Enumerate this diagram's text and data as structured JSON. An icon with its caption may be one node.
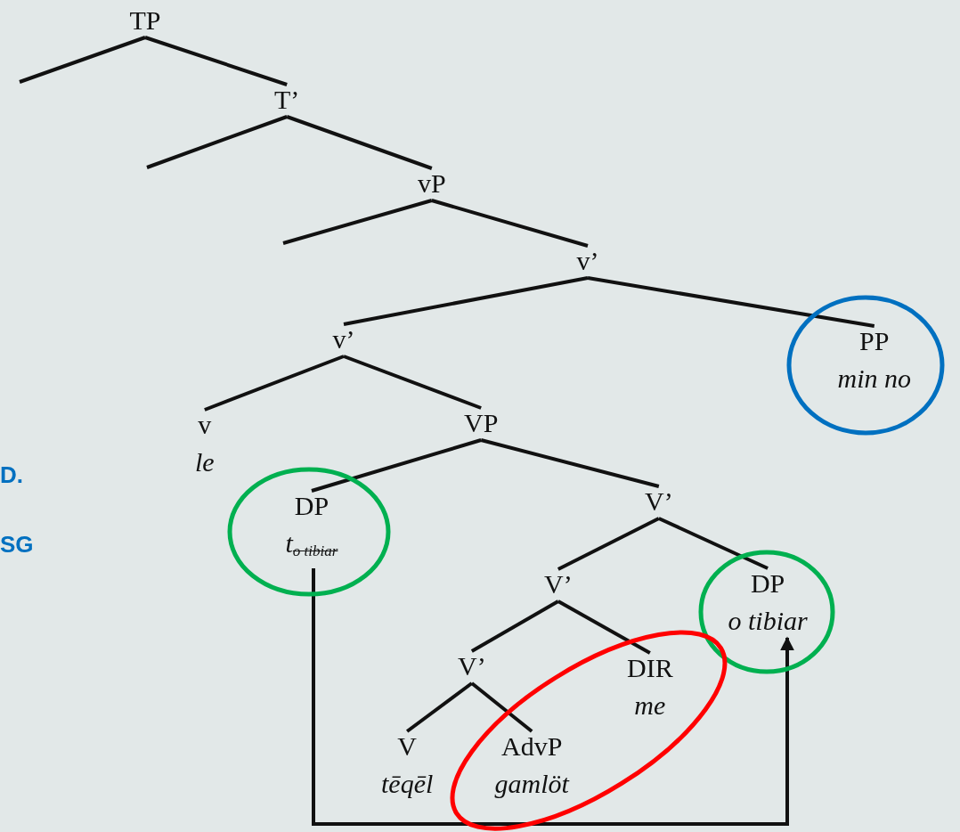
{
  "diagram": {
    "nodes": [
      {
        "text": [
          "TP"
        ]
      },
      {
        "text": [
          "T’"
        ]
      },
      {
        "text": [
          "vP"
        ]
      },
      {
        "text": [
          "v’"
        ]
      },
      {
        "text": [
          "v’"
        ]
      },
      {
        "text": [],
        "shape": "circle"
      },
      {
        "text": [
          "PP",
          "min no"
        ],
        "in": 5
      },
      {
        "text": [
          "v",
          "le"
        ]
      },
      {
        "text": [
          "VP"
        ]
      },
      {
        "text": [],
        "shape": "circle"
      },
      {
        "text": [
          "DP",
          "t$_{o tibiar}$"
        ],
        "in": 9
      },
      {
        "text": [
          "V’"
        ]
      },
      {
        "text": [],
        "shape": "circle"
      },
      {
        "text": [
          "DP",
          "o tibiar"
        ],
        "in": 12
      },
      {
        "text": [
          "V’"
        ]
      },
      {
        "text": [],
        "shape": "circle"
      },
      {
        "text": [
          "V’"
        ]
      },
      {
        "text": [
          "DIR",
          "me"
        ],
        "in": 15
      },
      {
        "text": [
          "V",
          "tēqēl"
        ]
      },
      {
        "text": [
          "AdvP",
          "gamlöt"
        ],
        "in": 15
      }
    ],
    "edges": [
      {
        "from": 0,
        "to": null,
        "arrow": "none"
      },
      {
        "from": 0,
        "to": 1,
        "arrow": "none"
      },
      {
        "from": 1,
        "to": null,
        "arrow": "none"
      },
      {
        "from": 1,
        "to": 2,
        "arrow": "none"
      },
      {
        "from": 2,
        "to": null,
        "arrow": "none"
      },
      {
        "from": 2,
        "to": 3,
        "arrow": "none"
      },
      {
        "from": 3,
        "to": 4,
        "arrow": "none"
      },
      {
        "from": 3,
        "to": 6,
        "arrow": "none"
      },
      {
        "from": 4,
        "to": 7,
        "arrow": "none"
      },
      {
        "from": 4,
        "to": 8,
        "arrow": "none"
      },
      {
        "from": 8,
        "to": 10,
        "arrow": "none"
      },
      {
        "from": 8,
        "to": 11,
        "arrow": "none"
      },
      {
        "from": 11,
        "to": 14,
        "arrow": "none"
      },
      {
        "from": 11,
        "to": 13,
        "arrow": "none"
      },
      {
        "from": 14,
        "to": 16,
        "arrow": "none"
      },
      {
        "from": 14,
        "to": 17,
        "arrow": "none"
      },
      {
        "from": 16,
        "to": 18,
        "arrow": "none"
      },
      {
        "from": 16,
        "to": 19,
        "arrow": "none"
      },
      {
        "from": 10,
        "to": 13,
        "arrow": "to"
      }
    ],
    "labels": [
      "D.",
      "SG"
    ]
  }
}
